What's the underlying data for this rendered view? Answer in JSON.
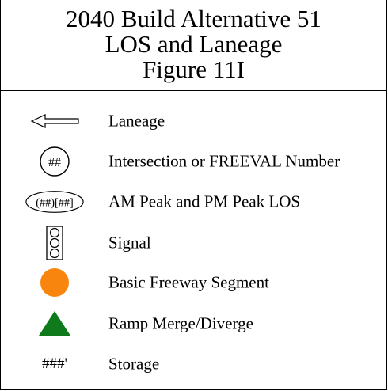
{
  "title": {
    "line1": "2040 Build Alternative 51",
    "line2": "LOS and Laneage",
    "line3": "Figure 11I"
  },
  "legend": {
    "items": [
      {
        "icon": "laneage-arrow-icon",
        "label": "Laneage"
      },
      {
        "icon": "intersection-number-circle-icon",
        "symbol_text": "##",
        "label": "Intersection or FREEVAL Number"
      },
      {
        "icon": "los-ellipse-icon",
        "symbol_text": "(##)[##]",
        "label": "AM Peak and PM Peak LOS"
      },
      {
        "icon": "traffic-signal-icon",
        "label": "Signal"
      },
      {
        "icon": "orange-circle-icon",
        "label": "Basic Freeway Segment"
      },
      {
        "icon": "green-triangle-icon",
        "label": "Ramp Merge/Diverge"
      },
      {
        "icon": "storage-text-icon",
        "symbol_text": "###'",
        "label": "Storage"
      }
    ]
  },
  "colors": {
    "basic_freeway_segment": "#F7850E",
    "ramp_merge_diverge": "#0F7A1B",
    "line": "#000000"
  }
}
